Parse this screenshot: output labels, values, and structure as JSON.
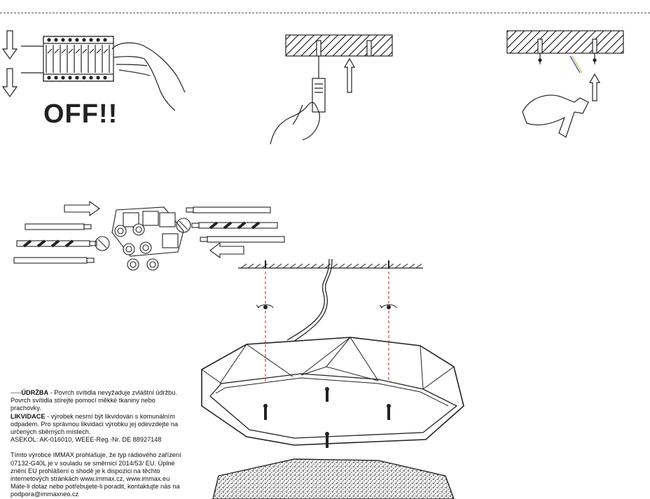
{
  "off_label": "OFF!!",
  "maintenance": {
    "prefix": "-----",
    "title": "ÚDRŽBA",
    "text": " - Povrch svítidla nevyžaduje zvláštní údržbu. Povrch svítidla stírejte pomocí měkké tkaniny nebo prachovky."
  },
  "disposal": {
    "title": "LIKVIDACE",
    "text": " - výrobek nesmí být likvidován s komunálním odpadem. Pro správnou likvidaci výrobku jej odevzdejte na určených sběrných místech."
  },
  "registration": "ASEKOL: AK-016010, WEEE-Reg.-Nr. DE 88927148",
  "declaration": "Tímto výrobce IMMAX prohlašuje, že typ rádiového zařízení 07132-G40L je v souladu se směrnicí 2014/53/ EU. Úplné znění EU prohlášení o shodě je k dispozici na těchto internetových stránkách www.immax.cz, www.immax.eu Máte-li dotaz nebo potřebujete-li poradit, kontaktujte nás na podpora@immaxneo.cz"
}
